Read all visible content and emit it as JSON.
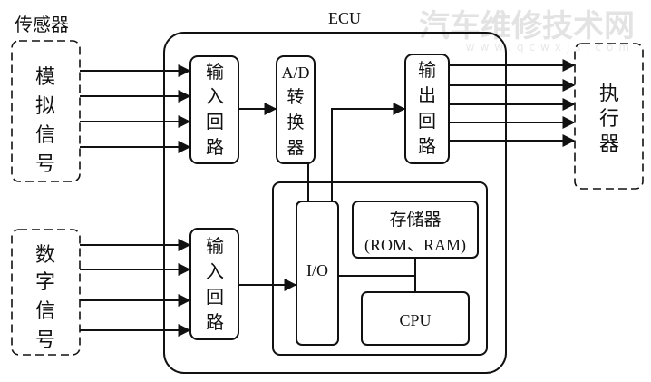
{
  "watermark": {
    "text": "汽车维修技术网",
    "url": "www.qcwxjs.com"
  },
  "sensor_label": "传感器",
  "ecu_label": "ECU",
  "analog_signal": [
    "模",
    "拟",
    "信",
    "号"
  ],
  "digital_signal": [
    "数",
    "字",
    "信",
    "号"
  ],
  "input_circuit_1": [
    "输",
    "入",
    "回",
    "路"
  ],
  "input_circuit_2": [
    "输",
    "入",
    "回",
    "路"
  ],
  "ad_converter": [
    "A/D",
    "转",
    "换",
    "器"
  ],
  "output_circuit": [
    "输",
    "出",
    "回",
    "路"
  ],
  "actuator": [
    "执",
    "行",
    "器"
  ],
  "io_label": "I/O",
  "memory": {
    "title": "存储器",
    "sub": "(ROM、RAM)"
  },
  "cpu_label": "CPU"
}
